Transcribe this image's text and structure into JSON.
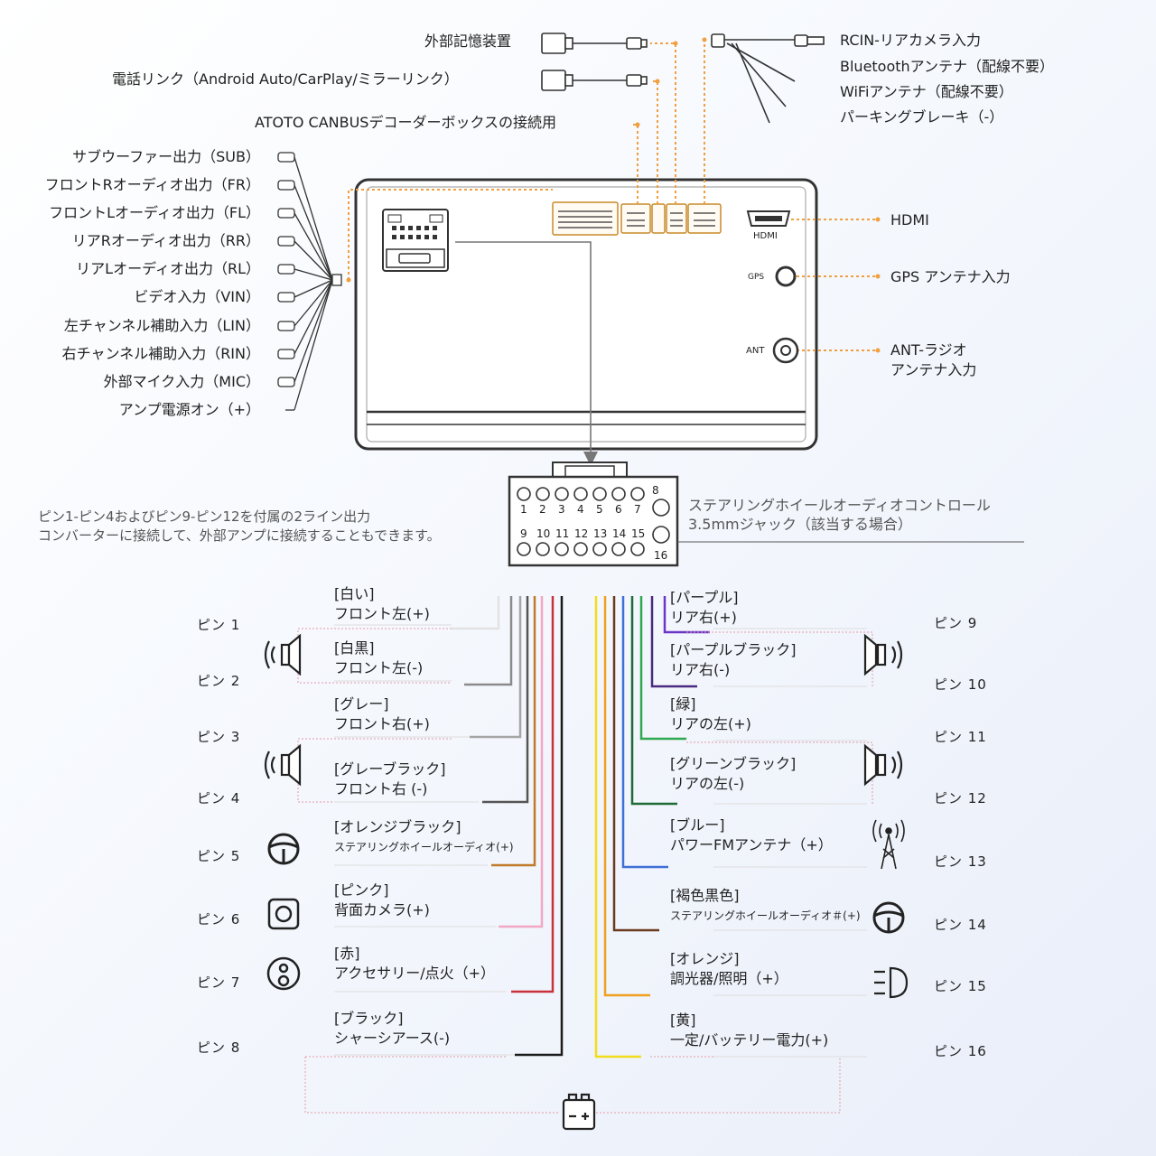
{
  "top_connections": {
    "external_storage": "外部記憶装置",
    "phone_link": "電話リンク（Android Auto/CarPlay/ミラーリンク）",
    "canbus": "ATOTO CANBUSデコーダーボックスの接続用",
    "rcin": "RCIN-リアカメラ入力",
    "bluetooth": "Bluetoothアンテナ（配線不要）",
    "wifi": "WiFiアンテナ（配線不要）",
    "parking": "パーキングブレーキ（-）"
  },
  "rca_outputs": [
    "サブウーファー出力（SUB）",
    "フロントRオーディオ出力（FR）",
    "フロントLオーディオ出力（FL）",
    "リアRオーディオ出力（RR）",
    "リアLオーディオ出力（RL）",
    "ビデオ入力（VIN）",
    "左チャンネル補助入力（LIN）",
    "右チャンネル補助入力（RIN）",
    "外部マイク入力（MIC）",
    "アンプ電源オン（+）"
  ],
  "right_ports": {
    "hdmi_label": "HDMI",
    "hdmi_port_text": "HDMI",
    "gps_label": "GPS アンテナ入力",
    "gps_port_text": "GPS",
    "ant_label_1": "ANT-ラジオ",
    "ant_label_2": "アンテナ入力",
    "ant_port_text": "ANT"
  },
  "connector": {
    "top_pins": [
      "1",
      "2",
      "3",
      "4",
      "5",
      "6",
      "7"
    ],
    "pin8": "8",
    "bottom_pins": [
      "9",
      "10",
      "11",
      "12",
      "13",
      "14",
      "15"
    ],
    "pin16": "16",
    "steering_note_1": "ステアリングホイールオーディオコントロール",
    "steering_note_2": "3.5mmジャック（該当する場合）",
    "amp_note_1": "ピン1-ピン4およびピン9-ピン12を付属の2ライン出力",
    "amp_note_2": "コンバーターに接続して、外部アンプに接続することもできます。"
  },
  "left_pins": [
    {
      "pin": "ピン 1",
      "color_name": "[白い]",
      "desc": "フロント左(+)",
      "wire": "#e2e2e2"
    },
    {
      "pin": "ピン 2",
      "color_name": "[白黒]",
      "desc": "フロント左(-)",
      "wire": "#8a8a8a"
    },
    {
      "pin": "ピン 3",
      "color_name": "[グレー]",
      "desc": "フロント右(+)",
      "wire": "#a5a5a5"
    },
    {
      "pin": "ピン 4",
      "color_name": "[グレーブラック]",
      "desc": "フロント右 (-)",
      "wire": "#555555"
    },
    {
      "pin": "ピン 5",
      "color_name": "[オレンジブラック]",
      "desc": "ステアリングホイールオーディオ(+)",
      "wire": "#c07a2a"
    },
    {
      "pin": "ピン 6",
      "color_name": "[ピンク]",
      "desc": "背面カメラ(+)",
      "wire": "#f2a7c4"
    },
    {
      "pin": "ピン 7",
      "color_name": "[赤]",
      "desc": "アクセサリー/点火（+）",
      "wire": "#c8323c"
    },
    {
      "pin": "ピン 8",
      "color_name": "[ブラック]",
      "desc": "シャーシアース(-)",
      "wire": "#1a1a1a"
    }
  ],
  "right_pins": [
    {
      "pin": "ピン 9",
      "color_name": "[パープル]",
      "desc": "リア右(+)",
      "wire": "#6b35c8"
    },
    {
      "pin": "ピン 10",
      "color_name": "[パープルブラック]",
      "desc": "リア右(-)",
      "wire": "#4a2a80"
    },
    {
      "pin": "ピン 11",
      "color_name": "[緑]",
      "desc": "リアの左(+)",
      "wire": "#2fa84f"
    },
    {
      "pin": "ピン 12",
      "color_name": "[グリーンブラック]",
      "desc": "リアの左(-)",
      "wire": "#1d6b35"
    },
    {
      "pin": "ピン 13",
      "color_name": "[ブルー]",
      "desc": "パワーFMアンテナ（+）",
      "wire": "#3f6fd8"
    },
    {
      "pin": "ピン 14",
      "color_name": "[褐色黒色]",
      "desc": "ステアリングホイールオーディオ＃(+)",
      "wire": "#6b3a1e"
    },
    {
      "pin": "ピン 15",
      "color_name": "[オレンジ]",
      "desc": "調光器/照明（+）",
      "wire": "#f0a020"
    },
    {
      "pin": "ピン 16",
      "color_name": "[黄]",
      "desc": "一定/バッテリー電力(+)",
      "wire": "#f2dd1c"
    }
  ],
  "colors": {
    "accent_orange": "#f0a040",
    "line_dark": "#333333",
    "dotted_pink": "#e59aa6"
  }
}
